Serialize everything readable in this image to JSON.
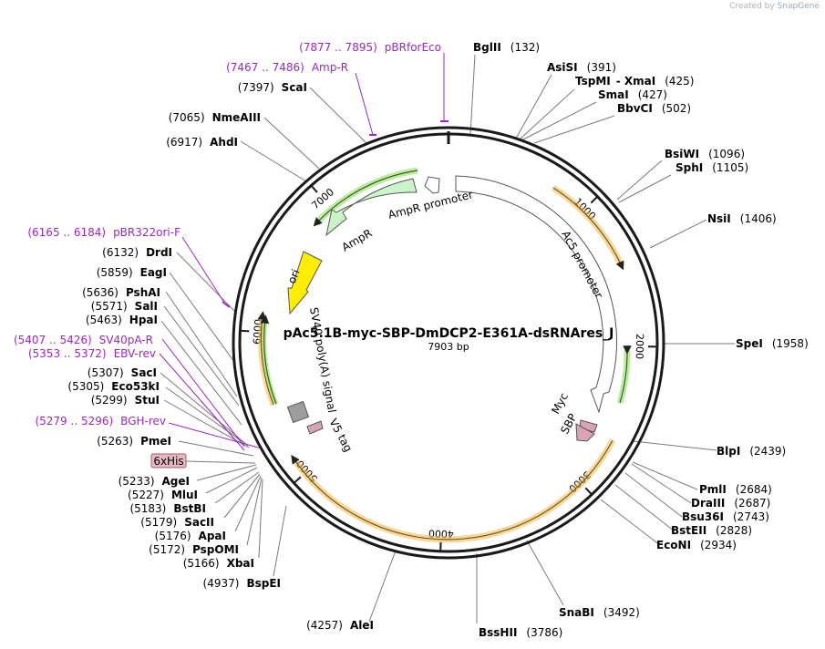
{
  "credit": {
    "prefix": "Created by",
    "brand": "SnapGene"
  },
  "plasmid": {
    "name": "pAc5.1B-myc-SBP-DmDCP2-E361A-dsRNAres_J",
    "length_label": "7903 bp",
    "length": 7903
  },
  "ticks": [
    "1000",
    "2000",
    "3000",
    "4000",
    "5000",
    "6000",
    "7000"
  ],
  "enzymes": [
    {
      "name": "BglII",
      "pos": "(132)"
    },
    {
      "name": "AsiSI",
      "pos": "(391)"
    },
    {
      "name": "TspMI",
      "name2": "XmaI",
      "pos": "(425)"
    },
    {
      "name": "SmaI",
      "pos": "(427)"
    },
    {
      "name": "BbvCI",
      "pos": "(502)"
    },
    {
      "name": "BsiWI",
      "pos": "(1096)"
    },
    {
      "name": "SphI",
      "pos": "(1105)"
    },
    {
      "name": "NsiI",
      "pos": "(1406)"
    },
    {
      "name": "SpeI",
      "pos": "(1958)"
    },
    {
      "name": "BlpI",
      "pos": "(2439)"
    },
    {
      "name": "PmlI",
      "pos": "(2684)"
    },
    {
      "name": "DraIII",
      "pos": "(2687)"
    },
    {
      "name": "Bsu36I",
      "pos": "(2743)"
    },
    {
      "name": "BstEII",
      "pos": "(2828)"
    },
    {
      "name": "EcoNI",
      "pos": "(2934)"
    },
    {
      "name": "SnaBI",
      "pos": "(3492)"
    },
    {
      "name": "BssHII",
      "pos": "(3786)"
    },
    {
      "name": "AleI",
      "pos": "(4257)"
    },
    {
      "name": "BspEI",
      "pos": "(4937)"
    },
    {
      "name": "XbaI",
      "pos": "(5166)"
    },
    {
      "name": "PspOMI",
      "pos": "(5172)"
    },
    {
      "name": "ApaI",
      "pos": "(5176)"
    },
    {
      "name": "SacII",
      "pos": "(5179)"
    },
    {
      "name": "BstBI",
      "pos": "(5183)"
    },
    {
      "name": "MluI",
      "pos": "(5227)"
    },
    {
      "name": "AgeI",
      "pos": "(5233)"
    },
    {
      "name": "PmeI",
      "pos": "(5263)"
    },
    {
      "name": "StuI",
      "pos": "(5299)"
    },
    {
      "name": "Eco53kI",
      "pos": "(5305)"
    },
    {
      "name": "SacI",
      "pos": "(5307)"
    },
    {
      "name": "HpaI",
      "pos": "(5463)"
    },
    {
      "name": "SalI",
      "pos": "(5571)"
    },
    {
      "name": "PshAI",
      "pos": "(5636)"
    },
    {
      "name": "EagI",
      "pos": "(5859)"
    },
    {
      "name": "DrdI",
      "pos": "(6132)"
    },
    {
      "name": "AhdI",
      "pos": "(6917)"
    },
    {
      "name": "NmeAIII",
      "pos": "(7065)"
    },
    {
      "name": "ScaI",
      "pos": "(7397)"
    }
  ],
  "primers": [
    {
      "name": "pBRforEco",
      "pos": "(7877 .. 7895)"
    },
    {
      "name": "Amp-R",
      "pos": "(7467 .. 7486)"
    },
    {
      "name": "pBR322ori-F",
      "pos": "(6165 .. 6184)"
    },
    {
      "name": "SV40pA-R",
      "pos": "(5407 .. 5426)"
    },
    {
      "name": "EBV-rev",
      "pos": "(5353 .. 5372)"
    },
    {
      "name": "BGH-rev",
      "pos": "(5279 .. 5296)"
    }
  ],
  "features": {
    "ampr_promoter": "AmpR promoter",
    "ampr": "AmpR",
    "ori": "ori",
    "ac5_promoter": "Ac5 promoter",
    "sv40": "SV40 poly(A) signal",
    "v5": "V5 tag",
    "myc": "Myc",
    "sbp": "SBP",
    "his": "6xHis"
  },
  "colors": {
    "backbone": "#1a1a1a",
    "primer": "#9b26c9",
    "orf_orange": "#f0b84a",
    "orf_green": "#a9e07a",
    "ampr_fill": "#c9f5c9",
    "ori_fill": "#ffee00",
    "tag_fill": "#d9a3b3",
    "sv40_fill": "#9e9e9e",
    "his_fill": "#e8b7c4"
  }
}
